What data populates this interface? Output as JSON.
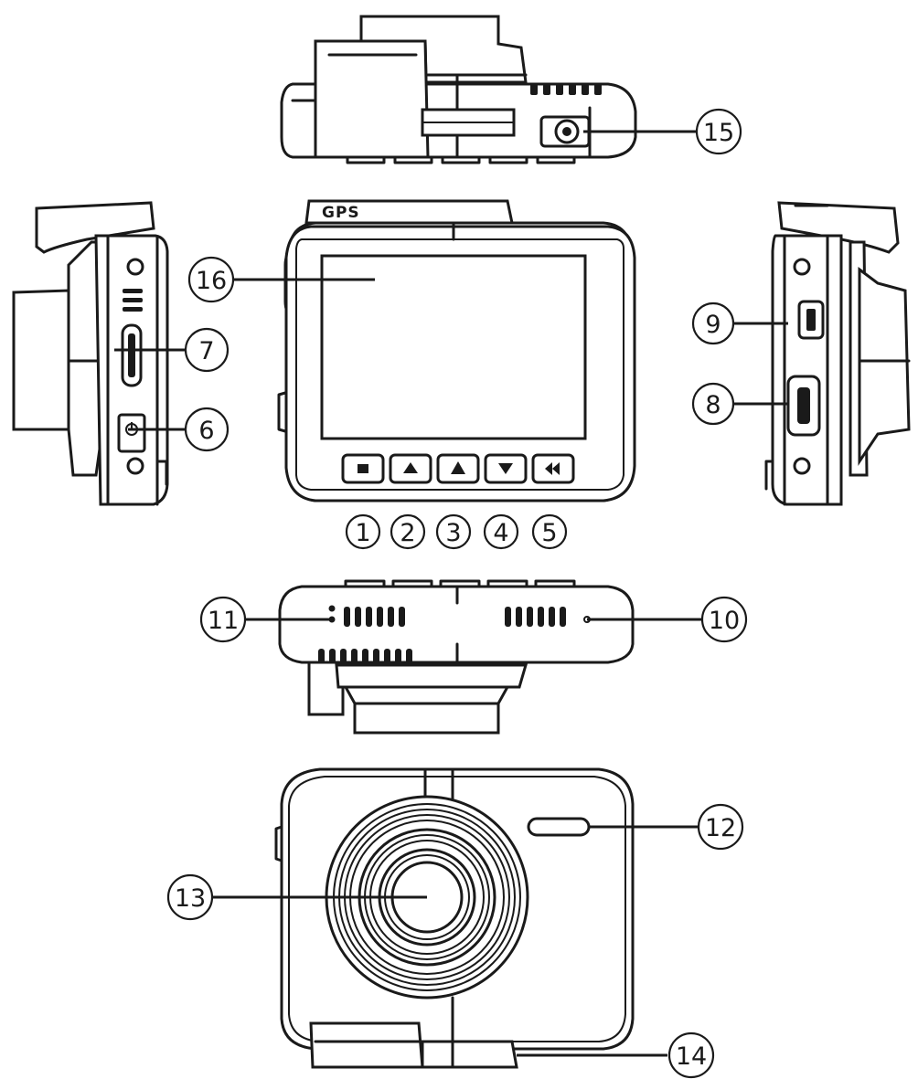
{
  "device": {
    "logo_text": "GPS"
  },
  "callouts": [
    {
      "id": "1",
      "label": "1"
    },
    {
      "id": "2",
      "label": "2"
    },
    {
      "id": "3",
      "label": "3"
    },
    {
      "id": "4",
      "label": "4"
    },
    {
      "id": "5",
      "label": "5"
    },
    {
      "id": "6",
      "label": "6"
    },
    {
      "id": "7",
      "label": "7"
    },
    {
      "id": "8",
      "label": "8"
    },
    {
      "id": "9",
      "label": "9"
    },
    {
      "id": "10",
      "label": "10"
    },
    {
      "id": "11",
      "label": "11"
    },
    {
      "id": "12",
      "label": "12"
    },
    {
      "id": "13",
      "label": "13"
    },
    {
      "id": "14",
      "label": "14"
    },
    {
      "id": "15",
      "label": "15"
    },
    {
      "id": "16",
      "label": "16"
    }
  ]
}
